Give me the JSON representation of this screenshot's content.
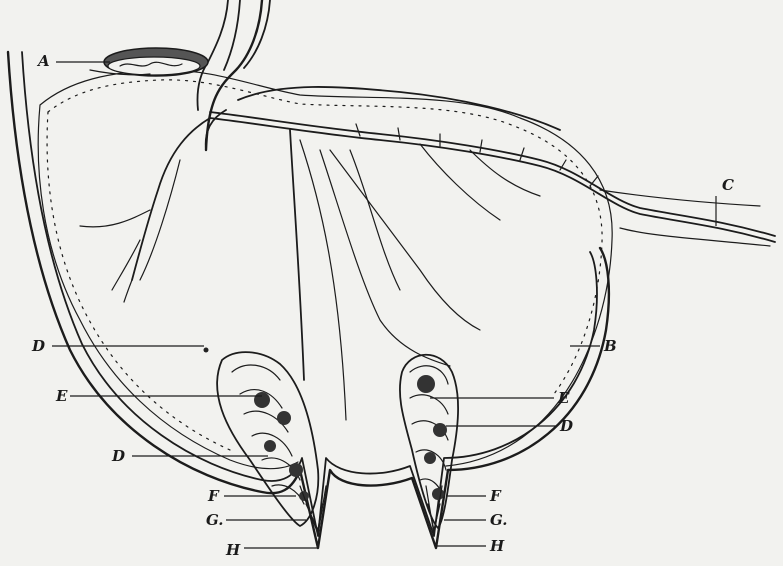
{
  "labels": {
    "A": "A",
    "B": "B",
    "C": "C",
    "D_left_upper": "D",
    "D_left_lower": "D",
    "D_right": "D",
    "E_left": "E",
    "E_right": "E",
    "F_left": "F",
    "F_right": "F",
    "G_left": "G.",
    "G_right": "G.",
    "H_left": "H",
    "H_right": "H"
  }
}
